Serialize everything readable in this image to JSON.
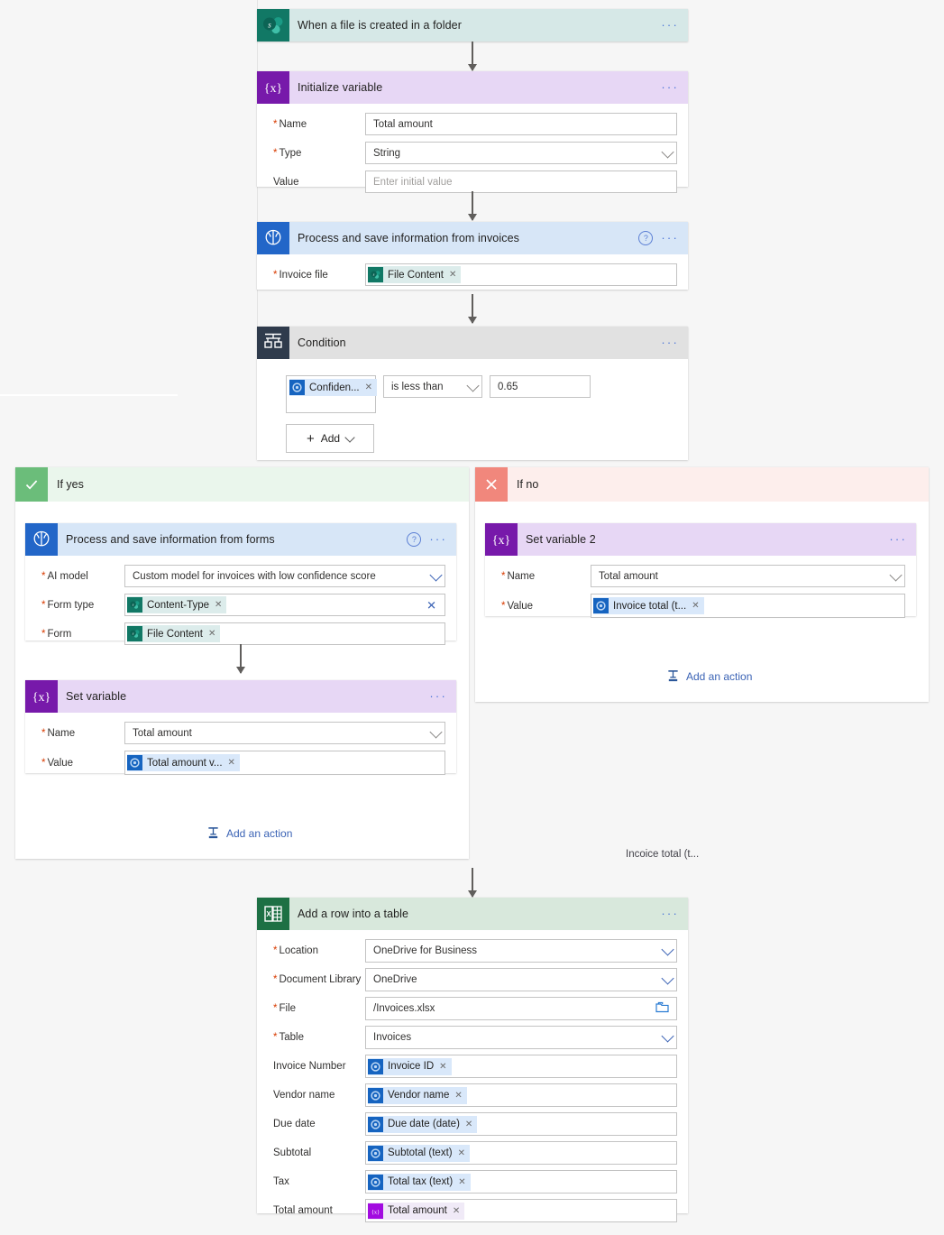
{
  "canvas": {
    "background": "#f6f6f6",
    "stray_text": "Incoice total (t..."
  },
  "nodes": {
    "trigger": {
      "title": "When a file is created in a folder",
      "icon": "sharepoint-icon",
      "icon_color": "#117865",
      "header_color": "#d6e8e7",
      "menu": "···"
    },
    "initialize_variable": {
      "title": "Initialize variable",
      "icon": "variable-icon",
      "icon_color": "#7719aa",
      "header_color": "#e7d7f5",
      "menu": "···",
      "fields": [
        {
          "label": "Name",
          "required": true,
          "value": "Total amount",
          "type": "text"
        },
        {
          "label": "Type",
          "required": true,
          "value": "String",
          "type": "select"
        },
        {
          "label": "Value",
          "required": false,
          "value": "",
          "placeholder": "Enter initial value",
          "type": "text"
        }
      ]
    },
    "process_invoices": {
      "title": "Process and save information from invoices",
      "icon": "ai-builder-icon",
      "icon_color": "#2266c8",
      "header_color": "#d7e6f7",
      "help": "?",
      "menu": "···",
      "fields": [
        {
          "label": "Invoice file",
          "required": true,
          "token": "File Content",
          "token_icon": "sharepoint-icon",
          "token_style": "sharepoint"
        }
      ]
    },
    "condition": {
      "title": "Condition",
      "icon": "condition-icon",
      "icon_color": "#2f3b4c",
      "header_color": "#e1e1e1",
      "menu": "···",
      "left_token": "Confiden...",
      "left_token_icon": "ai-builder-dynamic-icon",
      "operator": "is less than",
      "right_value": "0.65",
      "add_button": "Add"
    },
    "if_yes": {
      "label": "If yes",
      "icon": "check-icon",
      "icon_color": "#6bbd7a",
      "header_color": "#eaf6ec",
      "add_action": "Add an action"
    },
    "if_no": {
      "label": "If no",
      "icon": "cross-icon",
      "icon_color": "#f1877c",
      "header_color": "#fdeeec",
      "add_action": "Add an action"
    },
    "process_forms": {
      "title": "Process and save information from  forms",
      "icon": "ai-builder-icon",
      "icon_color": "#2266c8",
      "header_color": "#d7e6f7",
      "help": "?",
      "menu": "···",
      "fields": [
        {
          "label": "AI model",
          "required": true,
          "value": "Custom model for invoices with low confidence score",
          "type": "select"
        },
        {
          "label": "Form type",
          "required": true,
          "token": "Content-Type",
          "token_icon": "sharepoint-icon",
          "token_style": "sharepoint",
          "clear": "✕"
        },
        {
          "label": "Form",
          "required": true,
          "token": "File Content",
          "token_icon": "sharepoint-icon",
          "token_style": "sharepoint"
        }
      ]
    },
    "set_variable": {
      "title": "Set variable",
      "icon": "variable-icon",
      "icon_color": "#7719aa",
      "header_color": "#e7d7f5",
      "menu": "···",
      "fields": [
        {
          "label": "Name",
          "required": true,
          "value": "Total amount",
          "type": "select"
        },
        {
          "label": "Value",
          "required": true,
          "token": "Total amount v...",
          "token_icon": "ai-builder-dynamic-icon",
          "token_style": "ai"
        }
      ]
    },
    "set_variable_2": {
      "title": "Set variable 2",
      "icon": "variable-icon",
      "icon_color": "#7719aa",
      "header_color": "#e7d7f5",
      "menu": "···",
      "fields": [
        {
          "label": "Name",
          "required": true,
          "value": "Total amount",
          "type": "select"
        },
        {
          "label": "Value",
          "required": true,
          "token": "Invoice total (t...",
          "token_icon": "ai-builder-dynamic-icon",
          "token_style": "ai"
        }
      ]
    },
    "add_row": {
      "title": "Add a row into a table",
      "icon": "excel-icon",
      "icon_color": "#1d7044",
      "header_color": "#d8e8dc",
      "menu": "···",
      "fields": [
        {
          "label": "Location",
          "required": true,
          "value": "OneDrive for Business",
          "type": "select"
        },
        {
          "label": "Document Library",
          "required": true,
          "value": "OneDrive",
          "type": "select"
        },
        {
          "label": "File",
          "required": true,
          "value": "/Invoices.xlsx",
          "type": "picker"
        },
        {
          "label": "Table",
          "required": true,
          "value": "Invoices",
          "type": "select"
        },
        {
          "label": "Invoice Number",
          "required": false,
          "token": "Invoice ID",
          "token_icon": "ai-builder-dynamic-icon",
          "token_style": "ai"
        },
        {
          "label": "Vendor name",
          "required": false,
          "token": "Vendor name",
          "token_icon": "ai-builder-dynamic-icon",
          "token_style": "ai"
        },
        {
          "label": "Due date",
          "required": false,
          "token": "Due date (date)",
          "token_icon": "ai-builder-dynamic-icon",
          "token_style": "ai"
        },
        {
          "label": "Subtotal",
          "required": false,
          "token": "Subtotal (text)",
          "token_icon": "ai-builder-dynamic-icon",
          "token_style": "ai"
        },
        {
          "label": "Tax",
          "required": false,
          "token": "Total tax (text)",
          "token_icon": "ai-builder-dynamic-icon",
          "token_style": "ai"
        },
        {
          "label": "Total amount",
          "required": false,
          "token": "Total amount",
          "token_icon": "variable-icon",
          "token_style": "variable"
        }
      ]
    }
  }
}
